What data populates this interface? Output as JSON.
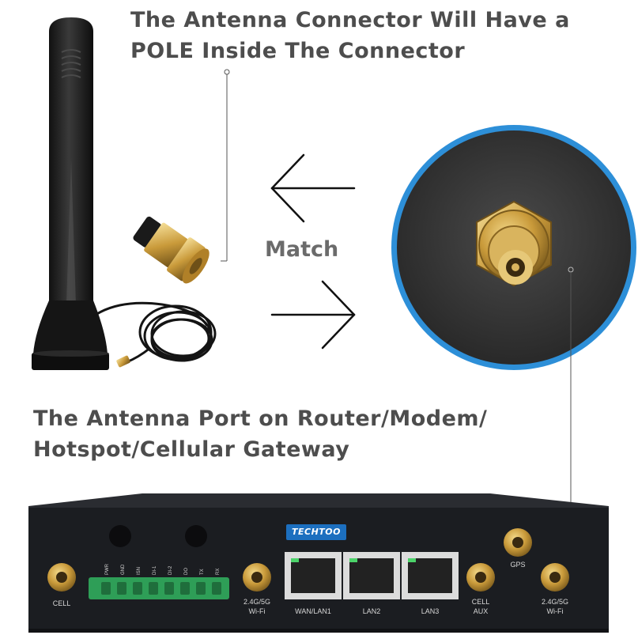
{
  "heading_top": {
    "line1": "The Antenna Connector Will Have a",
    "line2": "POLE Inside The Connector"
  },
  "match_label": "Match",
  "heading_bottom": {
    "line1": "The Antenna Port on Router/Modem/",
    "line2": "Hotspot/Cellular Gateway"
  },
  "router": {
    "brand": "TECHTOO",
    "pin_labels": [
      "PWR",
      "GND",
      "ISN",
      "DI-1",
      "DI-2",
      "DO",
      "TX",
      "RX"
    ],
    "ports": {
      "cell": "CELL",
      "wifi_left_line1": "2.4G/5G",
      "wifi_left_line2": "Wi-Fi",
      "wan_lan1": "WAN/LAN1",
      "lan2": "LAN2",
      "lan3": "LAN3",
      "cell_aux_line1": "CELL",
      "cell_aux_line2": "AUX",
      "gps": "GPS",
      "wifi_right_line1": "2.4G/5G",
      "wifi_right_line2": "Wi-Fi"
    }
  },
  "colors": {
    "heading_text": "#4d4d4d",
    "accent_blue": "#2d8fd8",
    "gold": "#c99a3a",
    "router_body": "#1b1d21",
    "terminal_green": "#2e9e57"
  },
  "icons": [
    "arrow-left-icon",
    "arrow-right-icon"
  ]
}
